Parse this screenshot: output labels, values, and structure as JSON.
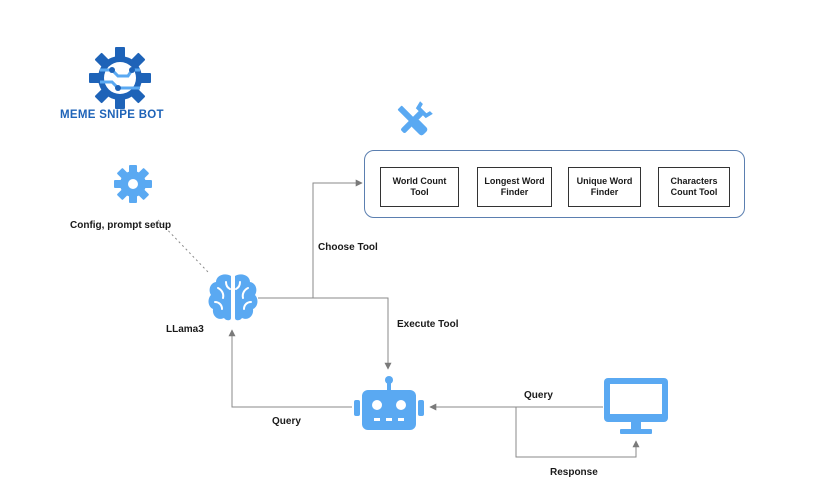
{
  "logo": {
    "title": "MEME SNIPE BOT",
    "icon": "gear-circuit-logo"
  },
  "colors": {
    "accent": "#5aa9f2",
    "logo_blue": "#1e63b8",
    "line": "#8a8a8a",
    "panel_border": "#5b7fb0"
  },
  "config": {
    "label": "Config, prompt setup",
    "icon": "gear-icon"
  },
  "llm": {
    "label": "LLama3",
    "icon": "brain-icon"
  },
  "tools_header_icon": "wrench-screwdriver-icon",
  "tools": [
    {
      "label_line1": "World Count Tool",
      "label_line2": ""
    },
    {
      "label_line1": "Longest Word",
      "label_line2": "Finder"
    },
    {
      "label_line1": "Unique Word",
      "label_line2": "Finder"
    },
    {
      "label_line1": "Characters",
      "label_line2": "Count Tool"
    }
  ],
  "edges": {
    "choose_tool": "Choose Tool",
    "execute_tool": "Execute Tool",
    "query_to_llm": "Query",
    "query_from_user": "Query",
    "response": "Response"
  },
  "agent_icon": "robot-icon",
  "user_icon": "monitor-icon"
}
